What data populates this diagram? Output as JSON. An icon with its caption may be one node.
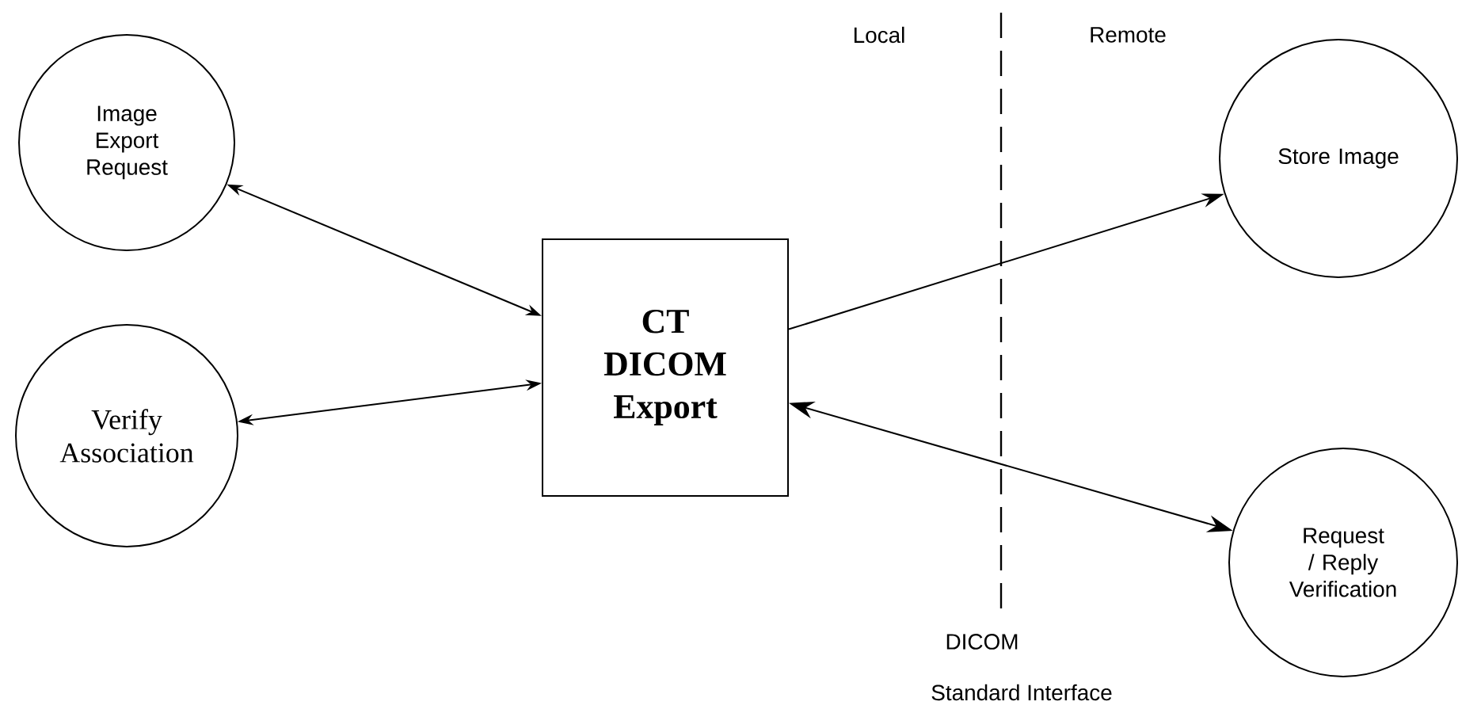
{
  "diagram": {
    "nodes": [
      {
        "text": [
          "Image Export Request"
        ]
      },
      {
        "text": [
          "Verify Association"
        ]
      },
      {
        "text": [
          "CT DICOM Export"
        ]
      },
      {
        "text": [
          "Store Image"
        ]
      },
      {
        "text": [
          "Request / Reply Verification"
        ]
      }
    ],
    "edges": [
      {
        "from": 0,
        "to": 2,
        "arrow": "both"
      },
      {
        "from": 1,
        "to": 2,
        "arrow": "both"
      },
      {
        "from": 2,
        "to": 3,
        "arrow": "to"
      },
      {
        "from": 2,
        "to": 4,
        "arrow": "both"
      }
    ],
    "labels": [
      "Local",
      "Remote",
      "DICOM",
      "Standard Interface"
    ]
  }
}
